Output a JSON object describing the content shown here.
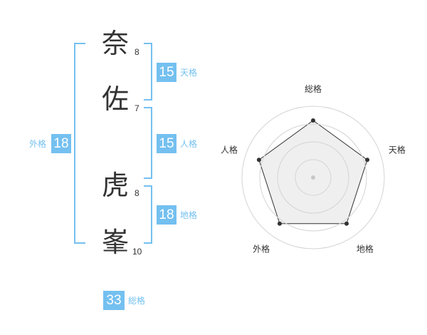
{
  "name": {
    "characters": [
      {
        "char": "奈",
        "strokes": "8"
      },
      {
        "char": "佐",
        "strokes": "7"
      },
      {
        "char": "虎",
        "strokes": "8"
      },
      {
        "char": "峯",
        "strokes": "10"
      }
    ]
  },
  "kakusu": {
    "tenkaku": {
      "value": "15",
      "label": "天格"
    },
    "jinkaku": {
      "value": "15",
      "label": "人格"
    },
    "chikaku": {
      "value": "18",
      "label": "地格"
    },
    "gaikaku": {
      "value": "18",
      "label": "外格"
    },
    "soukaku": {
      "value": "33",
      "label": "総格"
    }
  },
  "colors": {
    "accent": "#74c0f0",
    "text": "#333333"
  },
  "chart_data": {
    "type": "radar",
    "axes": [
      "総格",
      "天格",
      "地格",
      "外格",
      "人格"
    ],
    "values": [
      0.8,
      0.8,
      0.8,
      0.8,
      0.8
    ],
    "rings": 4,
    "grid": true
  }
}
